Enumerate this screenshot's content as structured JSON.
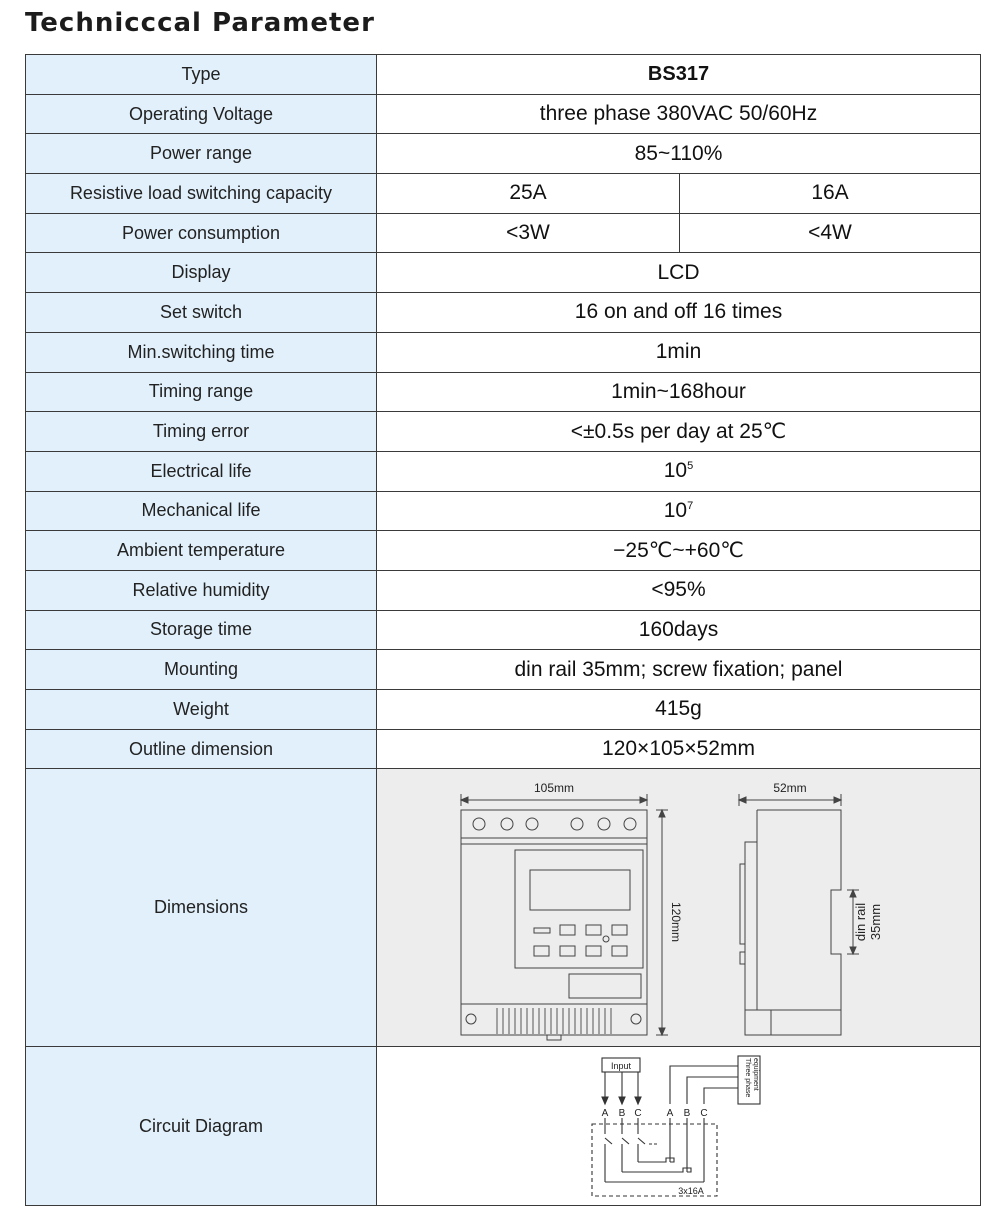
{
  "title": "Technicccal Parameter",
  "rows": [
    {
      "label": "Type",
      "value": "BS317"
    },
    {
      "label": "Operating Voltage",
      "value": "three phase 380VAC 50/60Hz"
    },
    {
      "label": "Power range",
      "value": "85~110%"
    },
    {
      "label": "Resistive load switching capacity",
      "value_a": "25A",
      "value_b": "16A"
    },
    {
      "label": "Power consumption",
      "value_a": "<3W",
      "value_b": "<4W"
    },
    {
      "label": "Display",
      "value": "LCD"
    },
    {
      "label": "Set switch",
      "value": "16 on and off 16 times"
    },
    {
      "label": "Min.switching time",
      "value": "1min"
    },
    {
      "label": "Timing range",
      "value": "1min~168hour"
    },
    {
      "label": "Timing error",
      "value": "<±0.5s per day at 25℃"
    },
    {
      "label": "Electrical life",
      "base": "10",
      "exp": "5"
    },
    {
      "label": "Mechanical life",
      "base": "10",
      "exp": "7"
    },
    {
      "label": "Ambient temperature",
      "value": "−25℃~+60℃"
    },
    {
      "label": "Relative humidity",
      "value": "<95%"
    },
    {
      "label": "Storage time",
      "value": "160days"
    },
    {
      "label": "Mounting",
      "value": "din rail 35mm; screw fixation; panel"
    },
    {
      "label": "Weight",
      "value": "415g"
    },
    {
      "label": "Outline dimension",
      "value": "120×105×52mm"
    },
    {
      "label": "Dimensions"
    },
    {
      "label": "Circuit Diagram"
    }
  ],
  "dimensions": {
    "width_label": "105mm",
    "height_label": "120mm",
    "depth_label": "52mm",
    "rail_label_1": "din rail",
    "rail_label_2": "35mm"
  },
  "circuit": {
    "input_label": "Input",
    "equipment_label_1": "Three phase",
    "equipment_label_2": "equipment",
    "phase_a": "A",
    "phase_b": "B",
    "phase_c": "C",
    "rating": "3x16A"
  }
}
